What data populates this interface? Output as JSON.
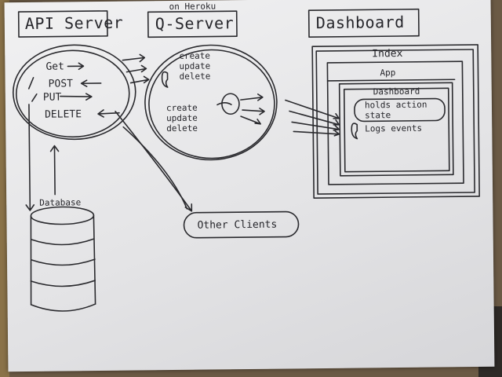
{
  "api_server": {
    "label": "API Server",
    "methods": [
      "Get",
      "POST",
      "PUT",
      "DELETE"
    ]
  },
  "q_server": {
    "label": "Q-Server",
    "note": "on Heroku",
    "top_ops": "create\nupdate\ndelete",
    "bottom_ops": "create\nupdate\ndelete"
  },
  "dashboard": {
    "label": "Dashboard",
    "index_label": "Index",
    "app_label": "App",
    "inner_dashboard_label": "Dashboard",
    "state_note": "holds action\nstate",
    "logs_label": "Logs events"
  },
  "database": {
    "label": "Database"
  },
  "other_clients": {
    "label": "Other Clients"
  },
  "colors": {
    "ink": "#2a2a2e",
    "paper": "#ececee",
    "background": "#6b5a45"
  }
}
